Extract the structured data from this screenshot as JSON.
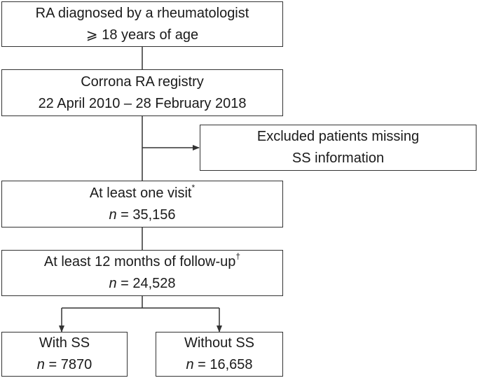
{
  "flowchart": {
    "box_eligibility": {
      "line1": "RA diagnosed by a rheumatologist",
      "line2": "⩾ 18 years of age"
    },
    "box_registry": {
      "line1": "Corrona RA registry",
      "line2": "22 April 2010 – 28 February 2018"
    },
    "box_excluded": {
      "line1": "Excluded patients missing",
      "line2": "SS information"
    },
    "box_one_visit": {
      "line1": "At least one visit",
      "line1_mark": "*",
      "n_symbol": "n",
      "n_eq": " = 35,156"
    },
    "box_followup": {
      "line1": "At least 12 months of follow-up",
      "line1_mark": "†",
      "n_symbol": "n",
      "n_eq": " = 24,528"
    },
    "box_with_ss": {
      "line1": "With SS",
      "n_symbol": "n",
      "n_eq": " = 7870"
    },
    "box_without_ss": {
      "line1": "Without SS",
      "n_symbol": "n",
      "n_eq": " = 16,658"
    }
  },
  "colors": {
    "border": "#333333",
    "text": "#1a1a1a",
    "background": "#ffffff"
  }
}
